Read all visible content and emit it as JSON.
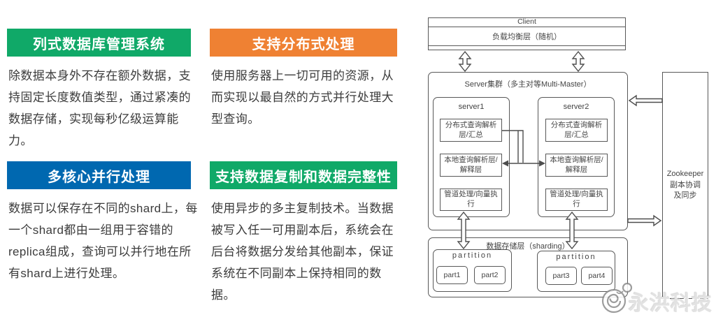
{
  "features": [
    {
      "title": "列式数据库管理系统",
      "color": "#10a968",
      "lines": [
        "除数据本身外不存在额外数据，支",
        "持固定长度数值类型，通过紧凑的",
        "数据存储，实现每秒亿级运算能力。"
      ]
    },
    {
      "title": "支持分布式处理",
      "color": "#ef8133",
      "lines": [
        "使用服务器上一切可用的资源，从",
        "而实现以最自然的方式并行处理大",
        "型查询。"
      ]
    },
    {
      "title": "多核心并行处理",
      "color": "#0068b0",
      "lines": [
        "数据可以保存在不同的shard上，每",
        "一个shard都由一组用于容错的",
        "replica组成，查询可以并行地在所",
        "有shard上进行处理。"
      ]
    },
    {
      "title": "支持数据复制和数据完整性",
      "color": "#10a968",
      "lines": [
        "使用异步的多主复制技术。当数据",
        "被写入任一可用副本后，系统会在",
        "后台将数据分发给其他副本，保证",
        "系统在不同副本上保持相同的数据。"
      ]
    }
  ],
  "diagram": {
    "client": {
      "title": "Client",
      "load_balancer": "负载均衡层（随机）"
    },
    "cluster_title": "Server集群（多主对等Multi-Master）",
    "servers": [
      {
        "name": "server1",
        "layers": [
          "分布式查询解析层/汇总",
          "本地查询解析层/解释层",
          "管道处理/向量执行"
        ]
      },
      {
        "name": "server2",
        "layers": [
          "分布式查询解析层/汇总",
          "本地查询解析层/解释层",
          "管道处理/向量执行"
        ]
      }
    ],
    "storage": {
      "title": "数据存储层（sharding）",
      "partitions": [
        {
          "label": "partition",
          "parts": [
            "part1",
            "part2"
          ]
        },
        {
          "label": "partition",
          "parts": [
            "part3",
            "part4"
          ]
        }
      ]
    },
    "zookeeper": {
      "name": "Zookeeper",
      "role_line1": "副本协调",
      "role_line2": "及同步"
    }
  },
  "watermark": {
    "text": "永洪科技"
  }
}
